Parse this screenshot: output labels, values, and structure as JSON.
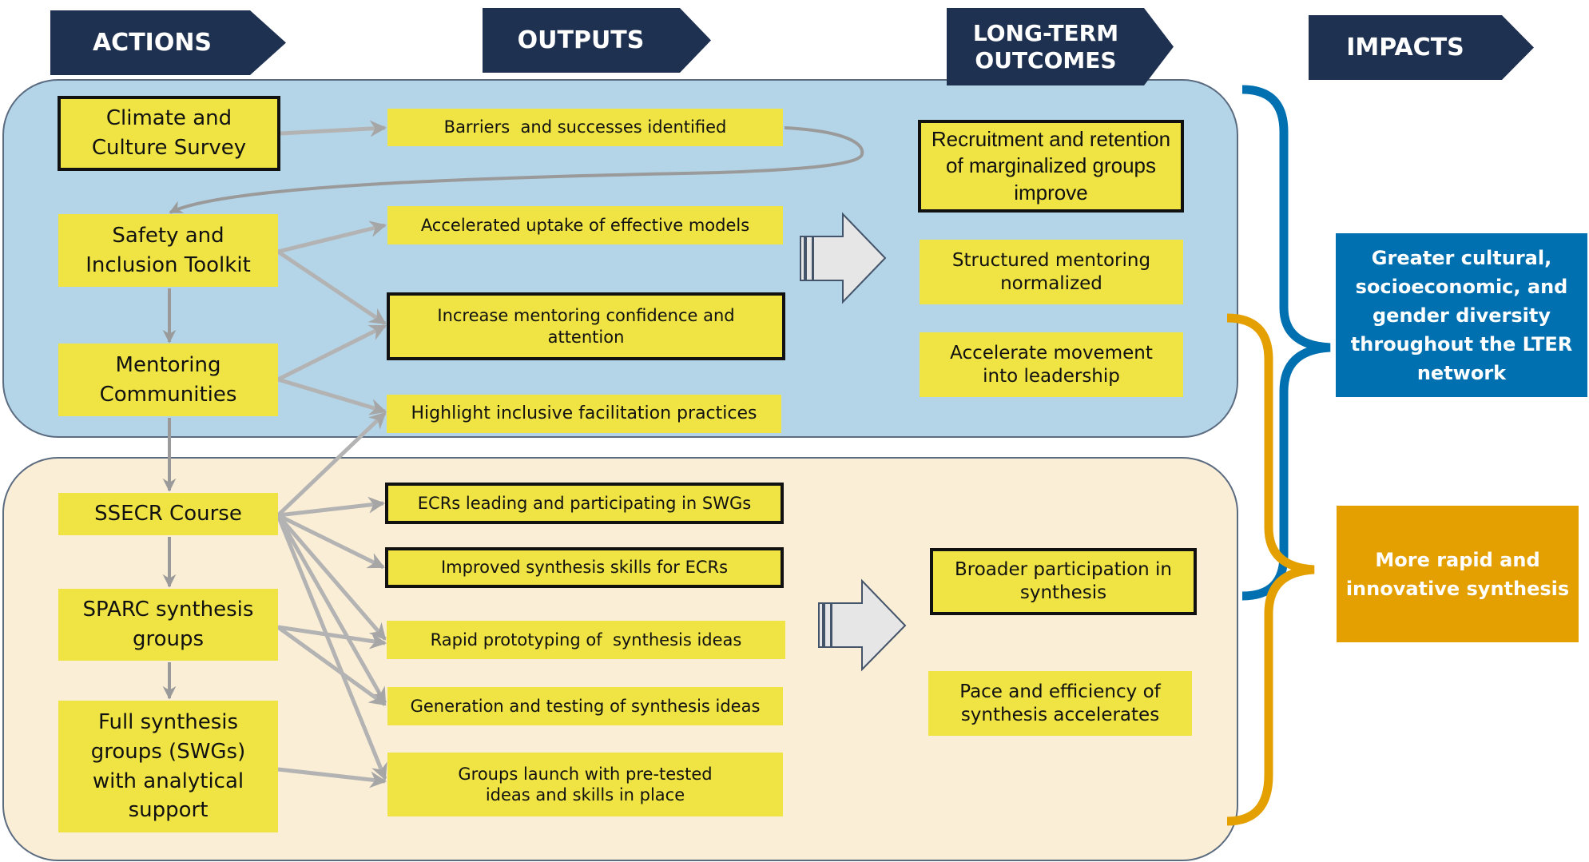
{
  "headers": {
    "actions": "ACTIONS",
    "outputs": "OUTPUTS",
    "long_term_outcomes": "LONG-TERM\nOUTCOMES",
    "impacts": "IMPACTS"
  },
  "actions": {
    "climate_survey": "Climate and Culture Survey",
    "safety_toolkit": "Safety and Inclusion Toolkit",
    "mentoring_communities": "Mentoring Communities",
    "ssecr_course": "SSECR Course",
    "sparc_groups": "SPARC synthesis groups",
    "full_synthesis_groups": "Full synthesis groups (SWGs) with analytical support"
  },
  "outputs": {
    "barriers": "Barriers  and successes identified",
    "accelerated_uptake": "Accelerated uptake of effective models",
    "mentoring_confidence": "Increase mentoring confidence and attention",
    "inclusive_facilitation": "Highlight inclusive facilitation practices",
    "ecrs_leading": "ECRs leading and participating in SWGs",
    "improved_skills": "Improved synthesis skills for ECRs",
    "rapid_prototyping": "Rapid prototyping of  synthesis ideas",
    "generation_testing": "Generation and testing of synthesis ideas",
    "groups_launch": "Groups launch with pre-tested ideas and skills in place"
  },
  "outcomes": {
    "recruitment_retention": "Recruitment and retention of marginalized groups improve",
    "structured_mentoring": "Structured mentoring normalized",
    "leadership": "Accelerate movement into leadership",
    "broader_participation": "Broader participation in synthesis",
    "pace_efficiency": "Pace and efficiency of synthesis accelerates"
  },
  "impacts": {
    "diversity": "Greater cultural, socioeconomic, and gender diversity throughout the LTER network",
    "synthesis": "More rapid and innovative synthesis"
  },
  "colors": {
    "banner": "#1f3151",
    "panel_upper": "#b4d5e8",
    "panel_lower": "#fbeed6",
    "box_fill": "#efe443",
    "connector": "#a6a6a6",
    "impact_blue": "#0070b0",
    "impact_orange": "#e3a000"
  },
  "icons": {
    "flow_arrow_upper": "block-right-arrow-icon",
    "flow_arrow_lower": "block-right-arrow-icon",
    "brace_blue": "curly-brace-icon",
    "brace_orange": "curly-brace-icon"
  }
}
